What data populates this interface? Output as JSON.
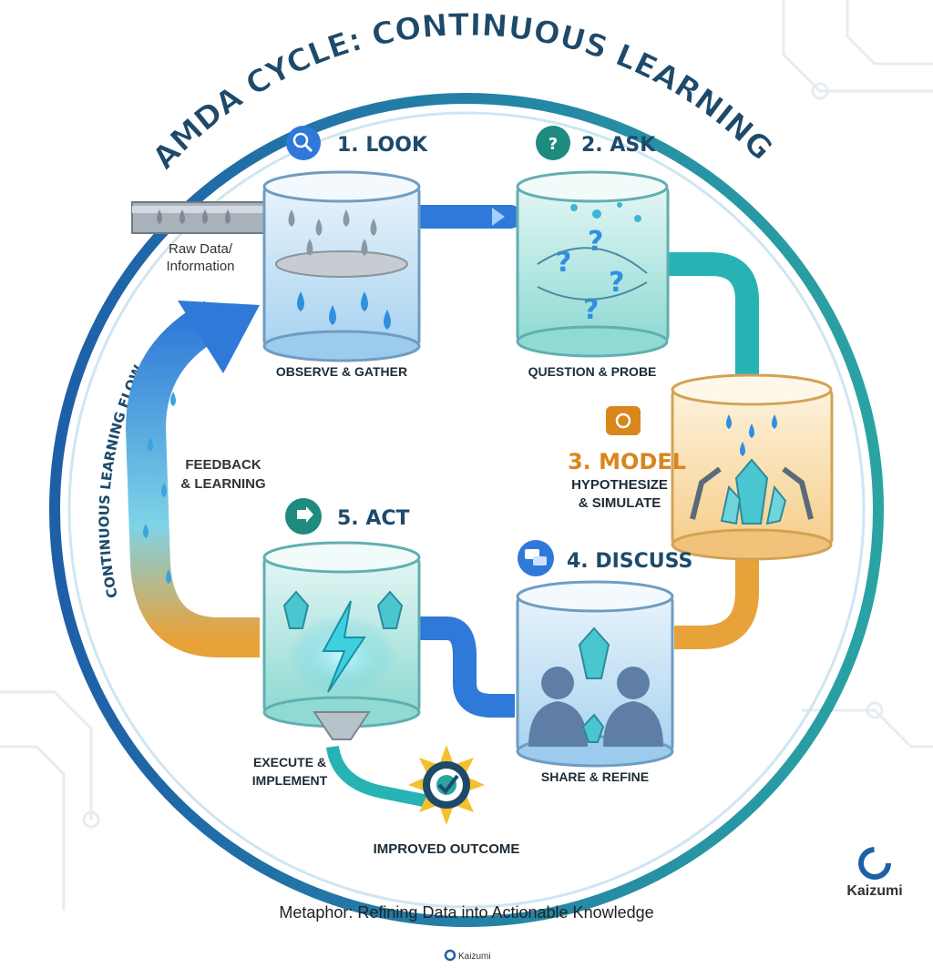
{
  "title": "THE LAMDA CYCLE: CONTINUOUS LEARNING FLOW",
  "side_label": "CONTINUOUS LEARNING FLOW",
  "input_label_line1": "Raw Data/",
  "input_label_line2": "Information",
  "stages": {
    "look": {
      "title": "1. LOOK",
      "caption": "OBSERVE & GATHER",
      "icon": "magnifier-chart-icon"
    },
    "ask": {
      "title": "2. ASK",
      "caption": "QUESTION & PROBE",
      "icon": "question-bubble-icon"
    },
    "model": {
      "title": "3. MODEL",
      "caption_line1": "HYPOTHESIZE",
      "caption_line2": "& SIMULATE",
      "icon": "blueprint-gear-icon"
    },
    "discuss": {
      "title": "4. DISCUSS",
      "caption": "SHARE & REFINE",
      "icon": "chat-bubbles-icon"
    },
    "act": {
      "title": "5. ACT",
      "caption_line1": "EXECUTE &",
      "caption_line2": "IMPLEMENT",
      "icon": "pointer-hand-icon"
    }
  },
  "feedback_line1": "FEEDBACK",
  "feedback_line2": "& LEARNING",
  "outcome": "IMPROVED OUTCOME",
  "footer": "Metaphor: Refining Data into Actionable Knowledge",
  "brand": "Kaizumi",
  "brand_small": "Kaizumi",
  "colors": {
    "title": "#1d4a6b",
    "ring_blue": "#1e5fa8",
    "ring_teal": "#2aa3a3",
    "pipe_blue": "#2f79d8",
    "pipe_teal": "#27b3b3",
    "pipe_orange": "#e8a23a",
    "model_orange": "#d9861c"
  }
}
